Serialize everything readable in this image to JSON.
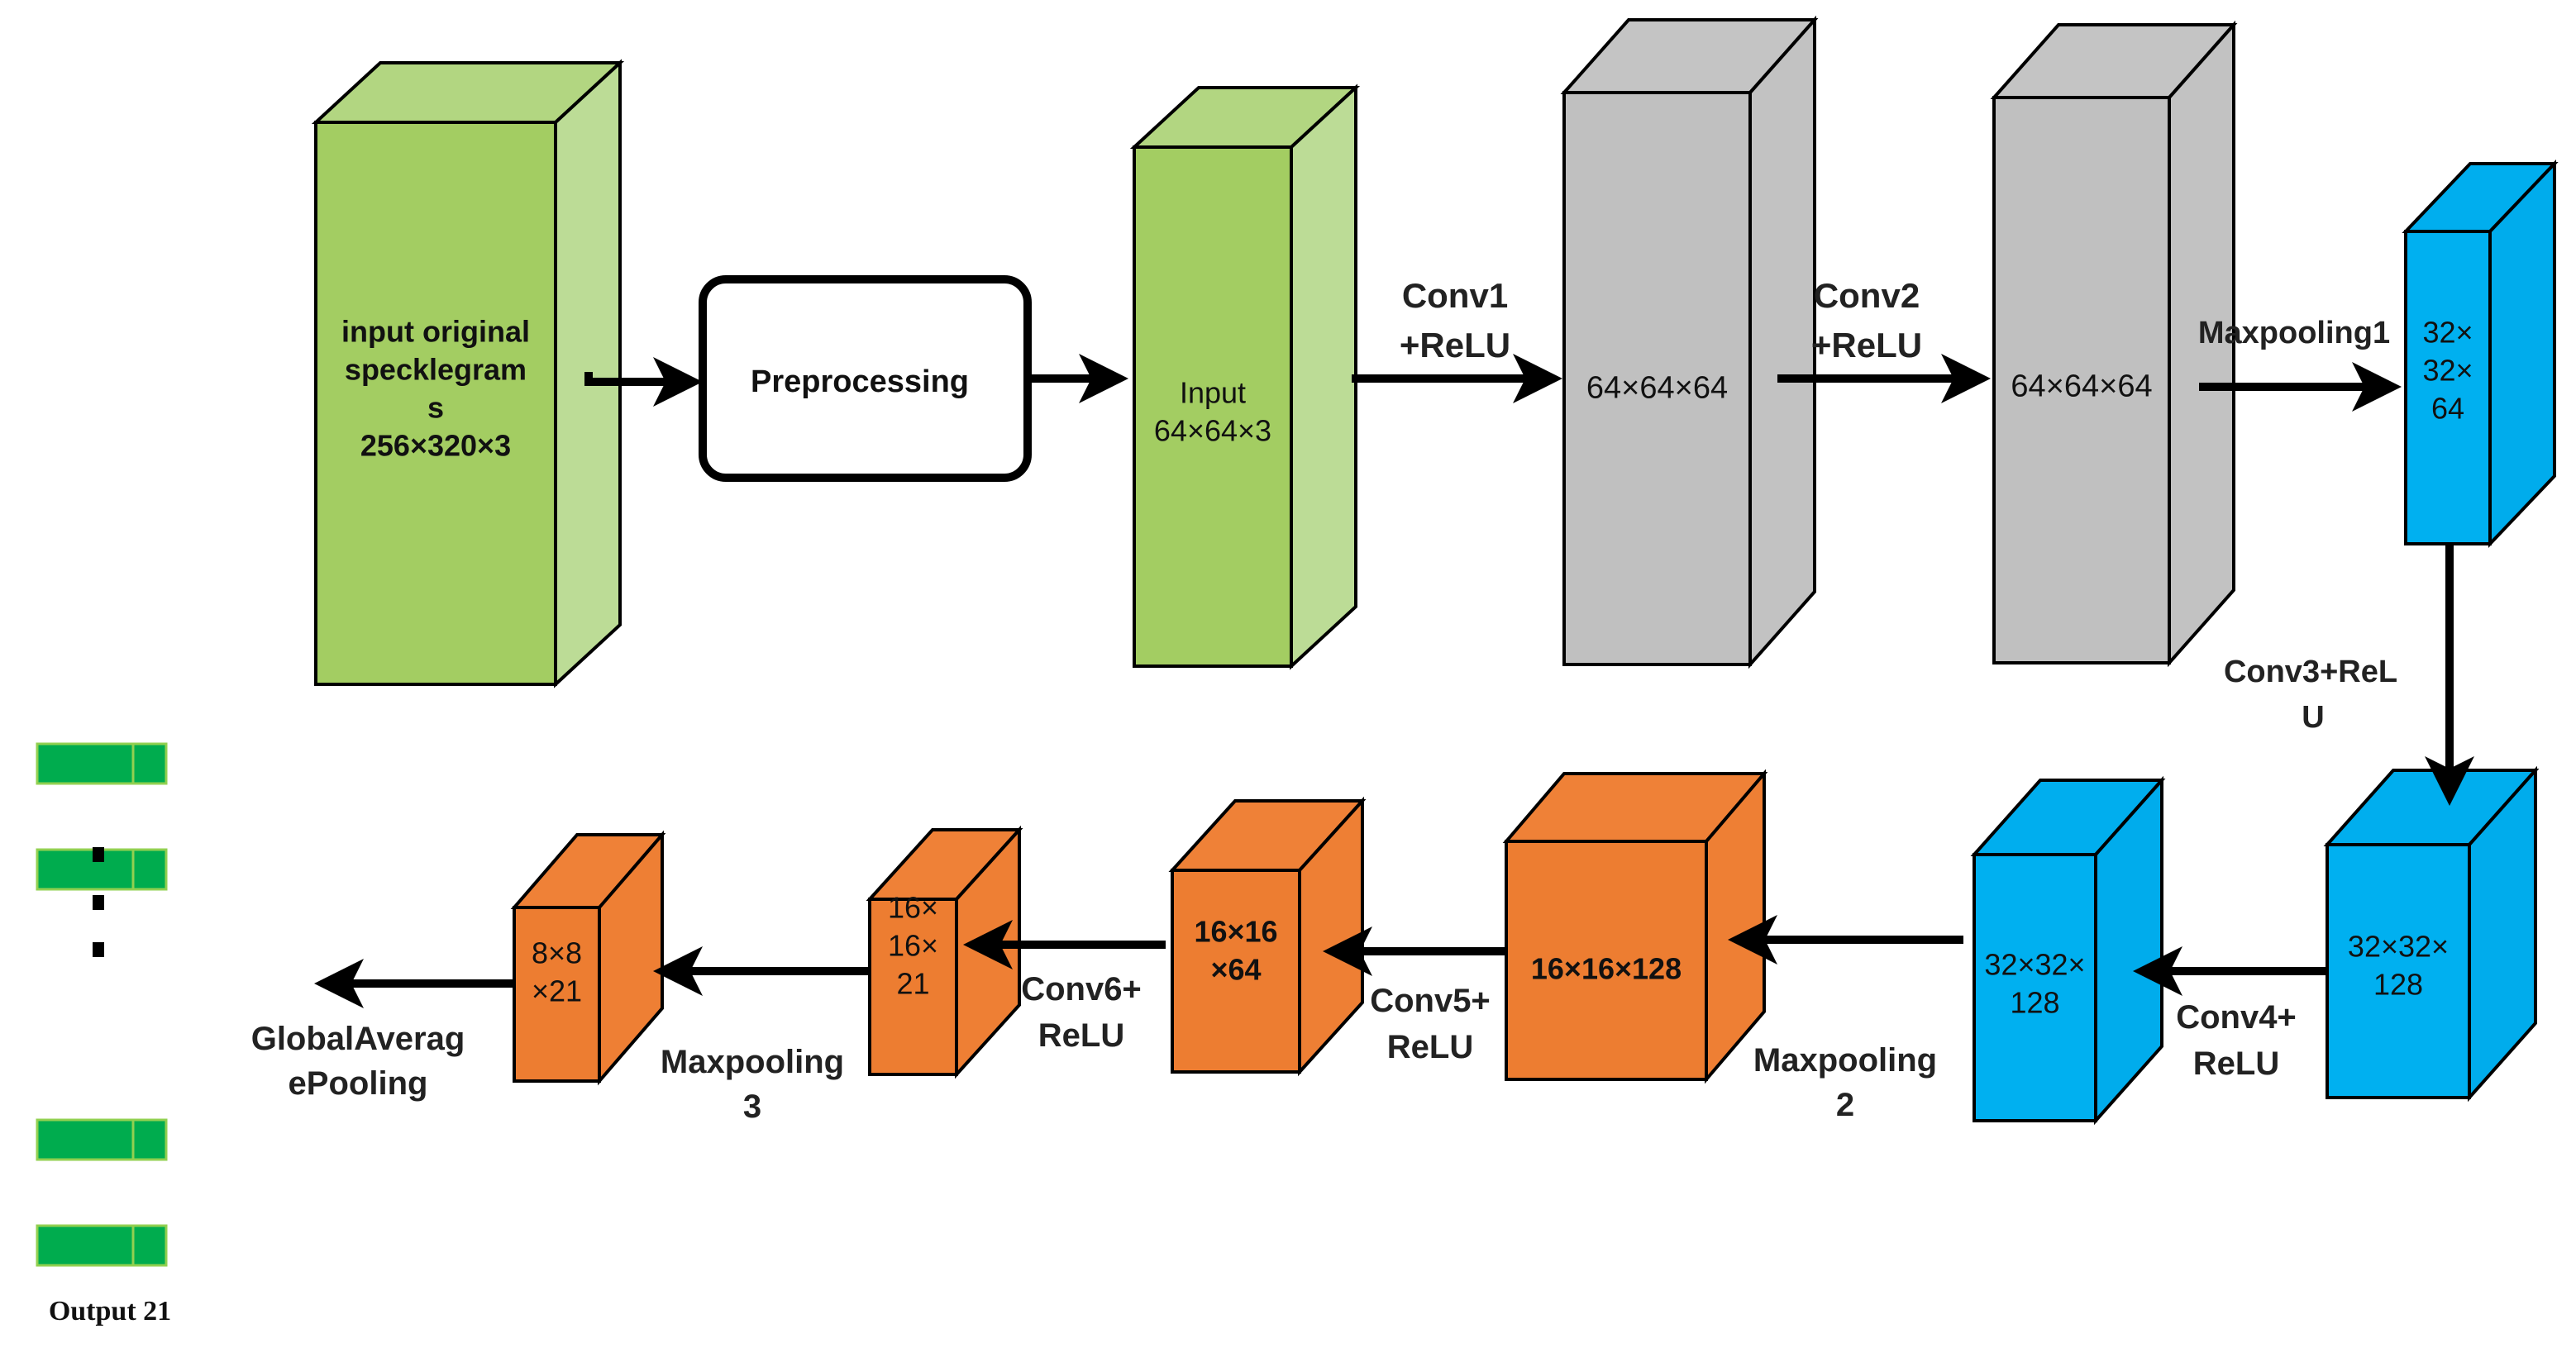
{
  "colors": {
    "green_front": "#a3cd62",
    "green_top": "#b2d681",
    "green_side": "#bcdc96",
    "gray_front": "#c0c0c0",
    "gray_top": "#c4c4c4",
    "gray_side": "#c2c2c2",
    "blue_front": "#00b0f0",
    "blue_top": "#00aeee",
    "blue_side": "#00acec",
    "orange_front": "#ed7d31",
    "orange_top": "#ef8137",
    "orange_side": "#ee7f34",
    "output_green": "#00ac4e",
    "output_border": "#92d050",
    "arrow": "#000000"
  },
  "blocks": {
    "original": {
      "lines": [
        "input original",
        "specklegram",
        "s",
        "256×320×3"
      ]
    },
    "input": {
      "lines": [
        "Input",
        "64×64×3"
      ]
    },
    "conv1_out": {
      "lines": [
        "64×64×64"
      ]
    },
    "conv2_out": {
      "lines": [
        "64×64×64"
      ]
    },
    "pool1_out": {
      "lines": [
        "32×",
        "32×",
        "64"
      ]
    },
    "conv3_out": {
      "lines": [
        "32×32×",
        "128"
      ]
    },
    "conv4_out": {
      "lines": [
        "32×32×",
        "128"
      ]
    },
    "pool2_out": {
      "lines": [
        "16×16×128"
      ]
    },
    "conv5_out": {
      "lines": [
        "16×16",
        "×64"
      ]
    },
    "conv6_out": {
      "lines": [
        "16×",
        "16×",
        "21"
      ]
    },
    "pool3_out": {
      "lines": [
        "8×8",
        "×21"
      ]
    }
  },
  "preprocessing": {
    "label": "Preprocessing"
  },
  "edge_labels": {
    "conv1": [
      "Conv1",
      "+ReLU"
    ],
    "conv2": [
      "Conv2",
      "+ReLU"
    ],
    "maxpool1": [
      "Maxpooling1"
    ],
    "conv3": [
      "Conv3+ReL",
      "U"
    ],
    "conv4": [
      "Conv4+",
      "ReLU"
    ],
    "maxpool2": [
      "Maxpooling",
      "2"
    ],
    "conv5": [
      "Conv5+",
      "ReLU"
    ],
    "conv6": [
      "Conv6+",
      "ReLU"
    ],
    "maxpool3": [
      "Maxpooling",
      "3"
    ],
    "gap": [
      "GlobalAverag",
      "ePooling"
    ]
  },
  "output": {
    "label": "Output 21",
    "visible_units": 4,
    "ellipsis_dots": 3
  }
}
